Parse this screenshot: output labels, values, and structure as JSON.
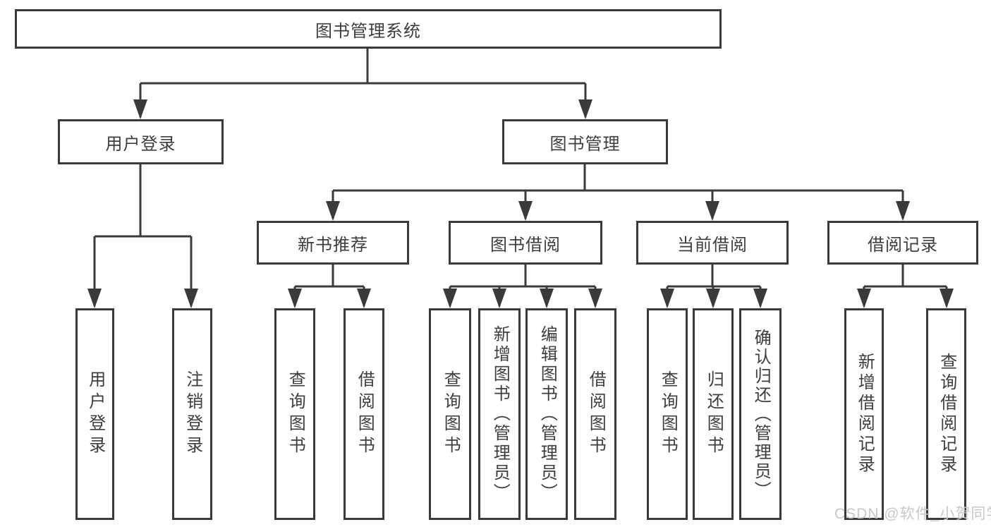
{
  "diagram_type": "hierarchy-tree",
  "colors": {
    "line": "#3a3a3a",
    "box_border": "#3a3a3a",
    "text": "#3d3d3d",
    "watermark": "#c8c8c8",
    "background": "#ffffff"
  },
  "tree": {
    "label": "图书管理系统",
    "children": [
      {
        "label": "用户登录",
        "children": [
          {
            "label": "用户登录"
          },
          {
            "label": "注销登录"
          }
        ]
      },
      {
        "label": "图书管理",
        "children": [
          {
            "label": "新书推荐",
            "children": [
              {
                "label": "查询图书"
              },
              {
                "label": "借阅图书"
              }
            ]
          },
          {
            "label": "图书借阅",
            "children": [
              {
                "label": "查询图书"
              },
              {
                "label": "新增图书（管理员）"
              },
              {
                "label": "编辑图书（管理员）"
              },
              {
                "label": "借阅图书"
              }
            ]
          },
          {
            "label": "当前借阅",
            "children": [
              {
                "label": "查询图书"
              },
              {
                "label": "归还图书"
              },
              {
                "label": "确认归还（管理员）"
              }
            ]
          },
          {
            "label": "借阅记录",
            "children": [
              {
                "label": "新增借阅记录"
              },
              {
                "label": "查询借阅记录"
              }
            ]
          }
        ]
      }
    ]
  },
  "watermark": "CSDN @软件_小贺同学"
}
